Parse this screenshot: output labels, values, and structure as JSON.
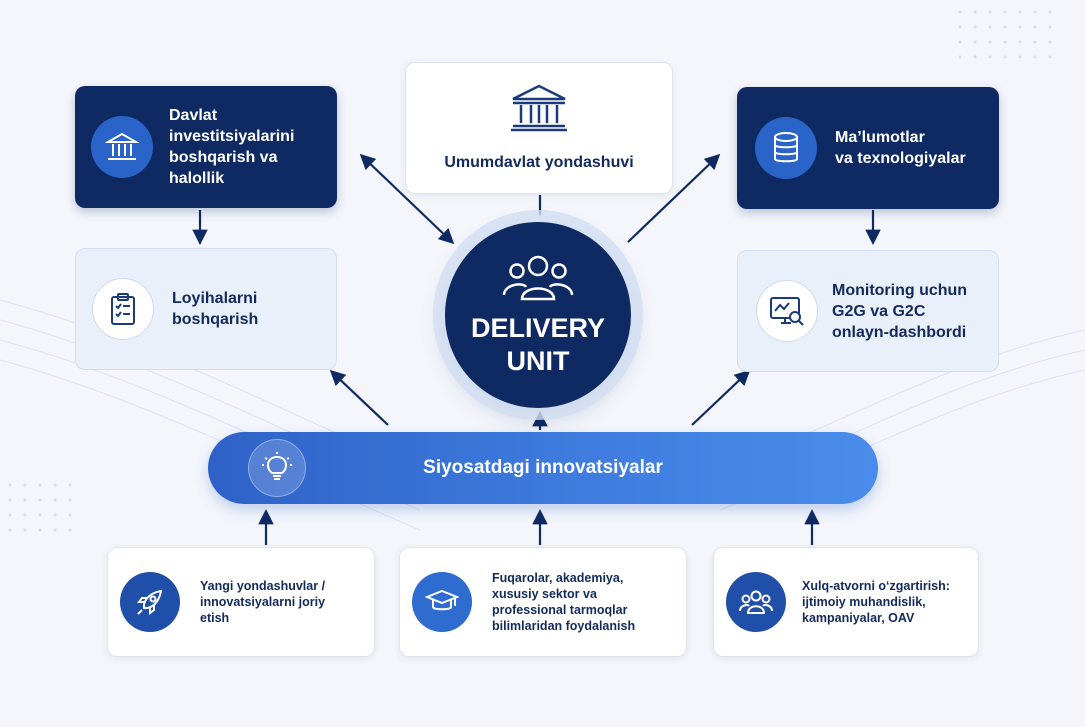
{
  "hub": {
    "title_line1": "DELIVERY",
    "title_line2": "UNIT",
    "icon": "people-group-icon"
  },
  "top_left": {
    "title": "Davlat investitsiyalarini boshqarish va halollik",
    "icon": "bank-icon"
  },
  "top_center": {
    "title": "Umumdavlat yondashuvi",
    "icon": "government-building-icon"
  },
  "top_right": {
    "title_line1": "Ma’lumotlar",
    "title_line2": "va texnologiyalar",
    "icon": "database-icon"
  },
  "mid_left": {
    "title_line1": "Loyihalarni",
    "title_line2": "boshqarish",
    "icon": "clipboard-checklist-icon"
  },
  "mid_right": {
    "title_line1": "Monitoring uchun",
    "title_line2": "G2G va G2C",
    "title_line3": "onlayn-dashbordi",
    "icon": "monitor-dashboard-icon"
  },
  "banner": {
    "label": "Siyosatdagi innovatsiyalar",
    "icon": "lightbulb-icon"
  },
  "bottom": [
    {
      "lines": [
        "Yangi yondashuvlar /",
        "innovatsiyalarni joriy",
        "etish"
      ],
      "icon": "rocket-icon"
    },
    {
      "lines": [
        "Fuqarolar, akademiya,",
        "xususiy sektor va",
        "professional tarmoqlar",
        "bilimlaridan foydalanish"
      ],
      "icon": "graduation-cap-icon"
    },
    {
      "lines": [
        "Xulq-atvorni o‘zgartirish:",
        "ijtimoiy muhandislik,",
        "kampaniyalar, OAV"
      ],
      "icon": "people-group-icon"
    }
  ],
  "colors": {
    "navy": "#0f2a63",
    "accent": "#2a64c8",
    "banner": "#3f7ee0",
    "background": "#f4f6fb"
  }
}
